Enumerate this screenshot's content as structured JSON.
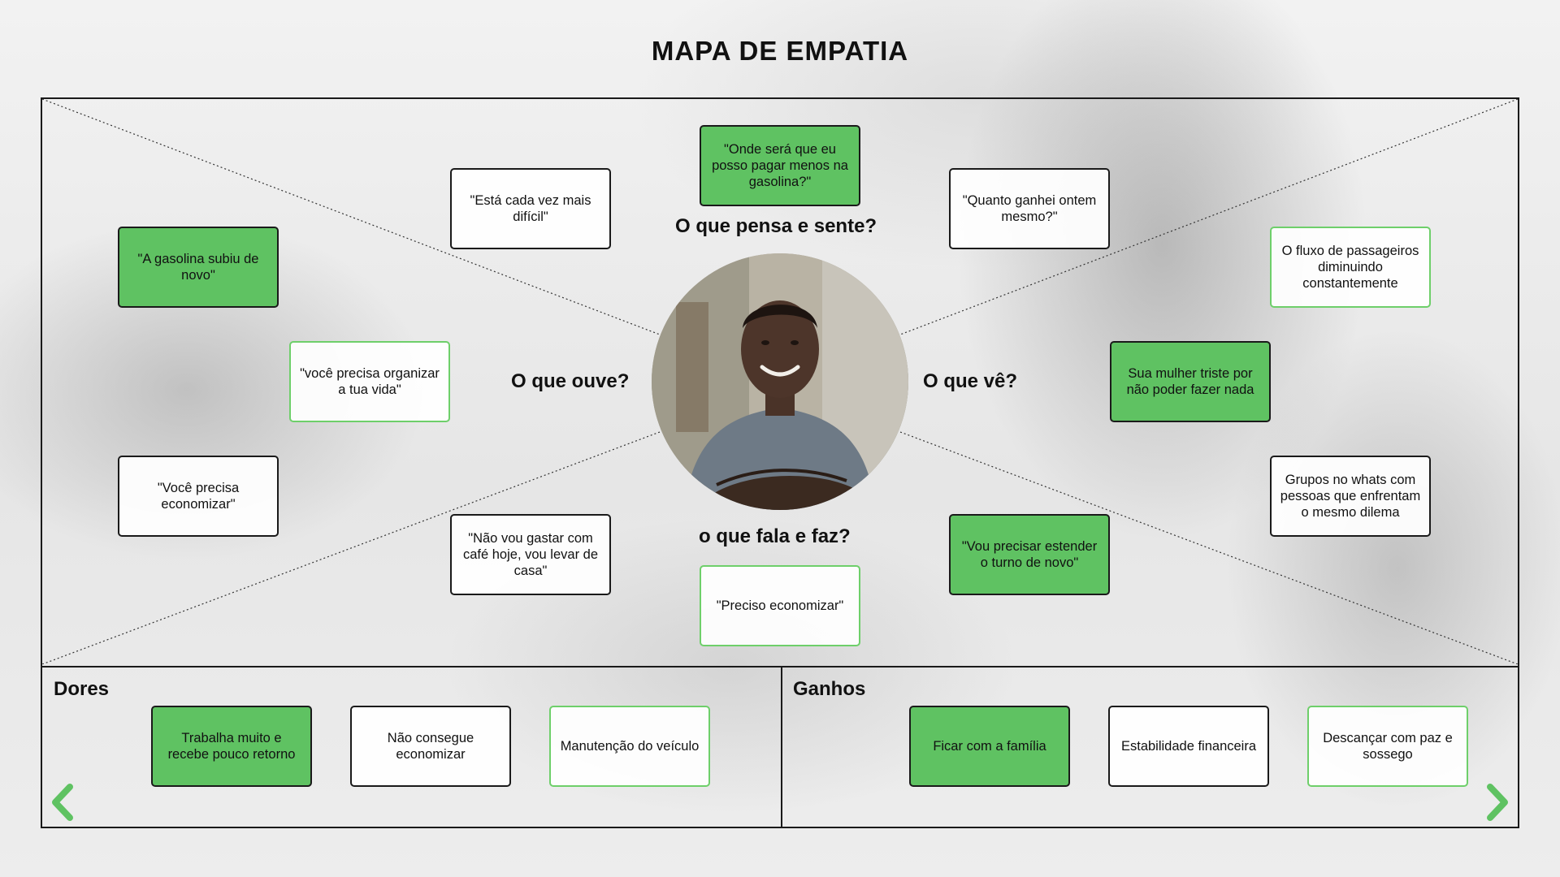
{
  "title": "MAPA DE EMPATIA",
  "quadrants": {
    "thinks_feels": "O que pensa e sente?",
    "hears": "O que ouve?",
    "sees": "O que vê?",
    "says_does": "o que fala e faz?"
  },
  "notes": [
    {
      "id": "gasolina-subiu",
      "text": "\"A gasolina subiu de novo\"",
      "style": "green"
    },
    {
      "id": "cada-vez-dificil",
      "text": "\"Está cada vez mais difícil\"",
      "style": "white"
    },
    {
      "id": "pagar-menos-gasolina",
      "text": "\"Onde será que eu posso pagar menos na gasolina?\"",
      "style": "green"
    },
    {
      "id": "quanto-ganhei",
      "text": "\"Quanto ganhei ontem mesmo?\"",
      "style": "white"
    },
    {
      "id": "fluxo-passageiros",
      "text": "O fluxo de passageiros diminuindo constantemente",
      "style": "outline"
    },
    {
      "id": "organizar-vida",
      "text": "\"você precisa organizar a tua vida\"",
      "style": "outline"
    },
    {
      "id": "mulher-triste",
      "text": "Sua mulher triste por não poder fazer nada",
      "style": "green"
    },
    {
      "id": "precisa-economizar",
      "text": "\"Você precisa economizar\"",
      "style": "white"
    },
    {
      "id": "nao-vou-gastar-cafe",
      "text": "\"Não vou gastar com café hoje, vou levar de casa\"",
      "style": "white"
    },
    {
      "id": "preciso-economizar",
      "text": "\"Preciso economizar\"",
      "style": "outline"
    },
    {
      "id": "estender-turno",
      "text": "\"Vou precisar estender o turno de novo\"",
      "style": "green"
    },
    {
      "id": "grupos-whats",
      "text": "Grupos no whats com pessoas que enfrentam o mesmo dilema",
      "style": "white"
    }
  ],
  "pains": {
    "label": "Dores",
    "items": [
      {
        "text": "Trabalha muito e recebe pouco retorno",
        "style": "green"
      },
      {
        "text": "Não consegue economizar",
        "style": "white"
      },
      {
        "text": "Manutenção do veículo",
        "style": "outline"
      }
    ]
  },
  "gains": {
    "label": "Ganhos",
    "items": [
      {
        "text": "Ficar com a família",
        "style": "green"
      },
      {
        "text": "Estabilidade financeira",
        "style": "white"
      },
      {
        "text": "Descançar com paz e sossego",
        "style": "outline"
      }
    ]
  },
  "colors": {
    "green_card": "#5fc262",
    "green_outline": "#6ecf6a",
    "border": "#1a1a1a",
    "arrow": "#5fc262"
  },
  "icons": {
    "prev": "chevron-left-icon",
    "next": "chevron-right-icon"
  }
}
